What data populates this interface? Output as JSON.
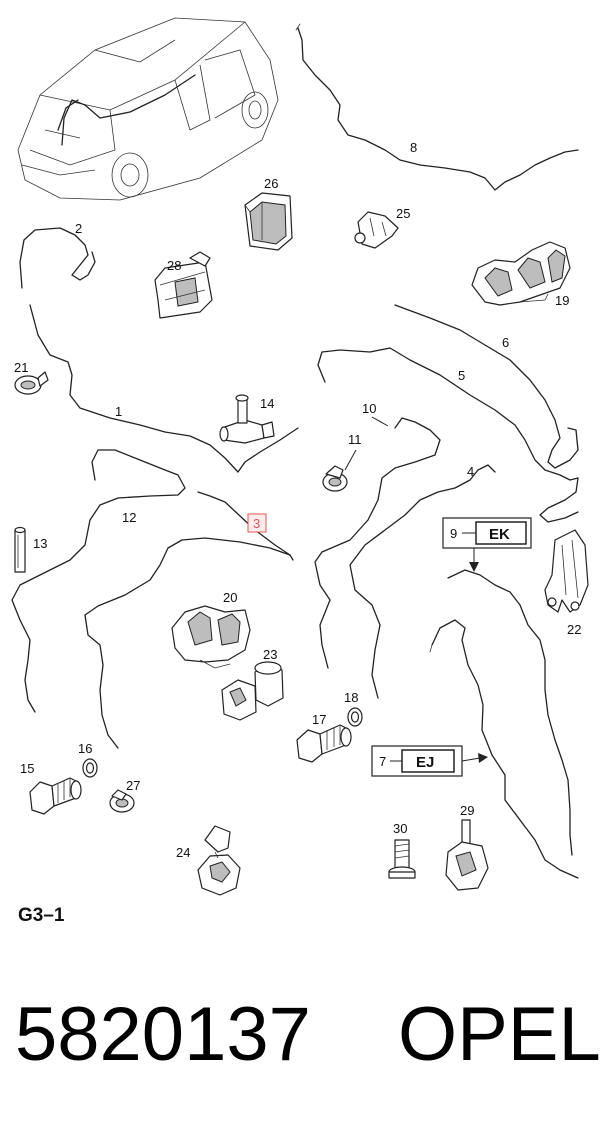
{
  "sheet_label": "G3–1",
  "part_number": "5820137",
  "brand": "OPEL",
  "highlighted_callout": "3",
  "callouts": {
    "c1": "1",
    "c2": "2",
    "c3": "3",
    "c4": "4",
    "c5": "5",
    "c6": "6",
    "c7": "7",
    "c8": "8",
    "c9": "9",
    "c10": "10",
    "c11": "11",
    "c12": "12",
    "c13": "13",
    "c14": "14",
    "c15": "15",
    "c16": "16",
    "c17": "17",
    "c18": "18",
    "c19": "19",
    "c20": "20",
    "c21": "21",
    "c22": "22",
    "c23": "23",
    "c24": "24",
    "c25": "25",
    "c26": "26",
    "c27": "27",
    "c28": "28",
    "c29": "29",
    "c30": "30"
  },
  "variant_boxes": {
    "ek": "EK",
    "ej": "EJ"
  },
  "colors": {
    "line": "#222222",
    "highlight": "#e05555",
    "background": "#ffffff"
  }
}
